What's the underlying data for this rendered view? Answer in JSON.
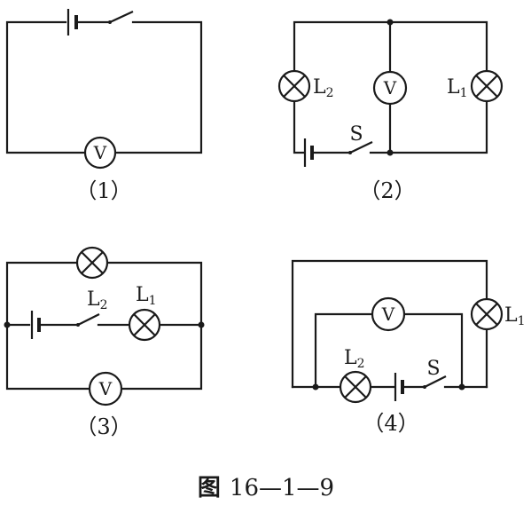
{
  "figure": {
    "title_prefix": "图",
    "title_number": "16—1—9"
  },
  "circuits": [
    {
      "caption": "（1）",
      "meter": "V",
      "labels": []
    },
    {
      "caption": "（2）",
      "meter": "V",
      "labels": [
        {
          "main": "L",
          "sub": "2"
        },
        {
          "main": "L",
          "sub": "1"
        },
        {
          "main": "S",
          "sub": ""
        }
      ]
    },
    {
      "caption": "（3）",
      "meter": "V",
      "labels": [
        {
          "main": "L",
          "sub": "2"
        },
        {
          "main": "L",
          "sub": "1"
        }
      ]
    },
    {
      "caption": "（4）",
      "meter": "V",
      "labels": [
        {
          "main": "L",
          "sub": "1"
        },
        {
          "main": "L",
          "sub": "2"
        },
        {
          "main": "S",
          "sub": ""
        }
      ]
    }
  ]
}
